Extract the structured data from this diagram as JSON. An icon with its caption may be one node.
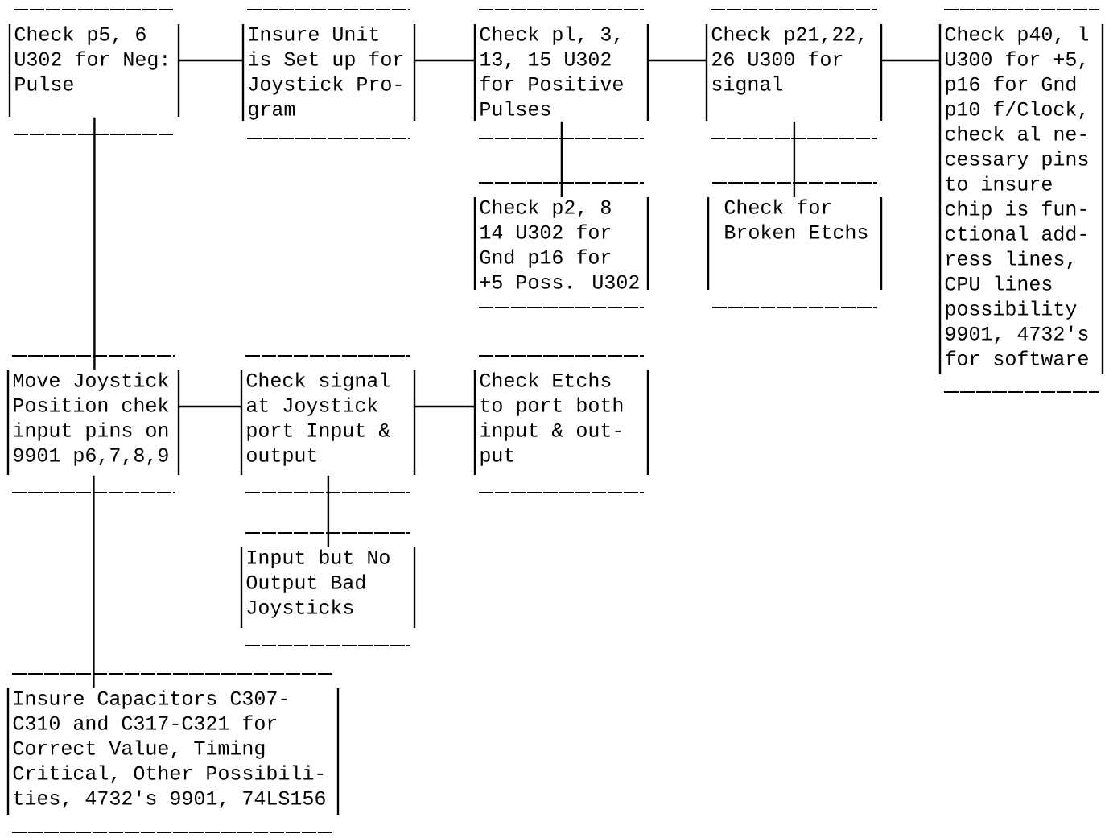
{
  "diagram": {
    "nodes": [
      {
        "text": [
          "Check p5, 6 U302 for Neg: Pulse"
        ]
      },
      {
        "text": [
          "Insure Unit is Set up for Joystick Pro- gram"
        ]
      },
      {
        "text": [
          "Check pl, 3, 13, 15 U302 for Positive Pulses"
        ]
      },
      {
        "text": [
          "Check p21,22, 26 U300 for signal"
        ]
      },
      {
        "text": [
          "Check p40, l U300 for +5, p16 for Gnd p10 f/Clock, check al ne- cessary pins to insure chip is fun- ctional add- ress lines, CPU lines possibility 9901, 4732's for software"
        ]
      },
      {
        "text": [
          "Check p2, 8 14 U302 for Gnd p16 for +5 Poss. U302"
        ]
      },
      {
        "text": [
          "Check for Broken Etchs"
        ]
      },
      {
        "text": [
          "Move Joystick Position chek input pins on 9901 p6,7,8,9"
        ]
      },
      {
        "text": [
          "Check signal at Joystick port Input & output"
        ]
      },
      {
        "text": [
          "Check Etchs to port both input & out- put"
        ]
      },
      {
        "text": [
          "Input but No Output Bad Joysticks"
        ]
      },
      {
        "text": [
          "Insure Capacitors C307- C310 and C317-C321 for Correct Value, Timing Critical, Other Possibili- ties, 4732's 9901, 74LS156"
        ]
      }
    ],
    "edges": [
      {
        "from": 0,
        "to": 1,
        "arrow": "none"
      },
      {
        "from": 1,
        "to": 2,
        "arrow": "none"
      },
      {
        "from": 2,
        "to": 3,
        "arrow": "none"
      },
      {
        "from": 3,
        "to": 4,
        "arrow": "none"
      },
      {
        "from": 2,
        "to": 5,
        "arrow": "none"
      },
      {
        "from": 3,
        "to": 6,
        "arrow": "none"
      },
      {
        "from": 0,
        "to": 7,
        "arrow": "none"
      },
      {
        "from": 7,
        "to": 8,
        "arrow": "none"
      },
      {
        "from": 8,
        "to": 9,
        "arrow": "none"
      },
      {
        "from": 8,
        "to": 10,
        "arrow": "none"
      },
      {
        "from": 7,
        "to": 11,
        "arrow": "none"
      }
    ]
  }
}
